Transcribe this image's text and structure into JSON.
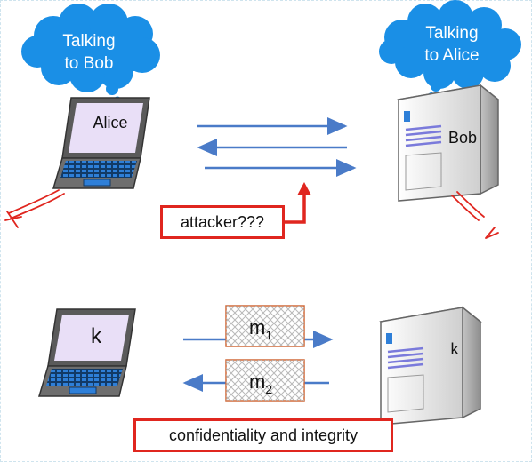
{
  "top_scenario": {
    "alice_thought": [
      "Talking",
      "to Bob"
    ],
    "bob_thought": [
      "Talking",
      "to Alice"
    ],
    "alice_label": "Alice",
    "bob_label": "Bob",
    "attacker_label": "attacker???"
  },
  "bottom_scenario": {
    "client_key": "k",
    "server_key": "k",
    "message_1": {
      "base": "m",
      "sub": "1"
    },
    "message_2": {
      "base": "m",
      "sub": "2"
    },
    "goal_label": "confidentiality and integrity"
  },
  "colors": {
    "cloud": "#1a8fe6",
    "arrow": "#4a7bc8",
    "highlight": "#e0261f",
    "screen": "#e9dff7"
  }
}
